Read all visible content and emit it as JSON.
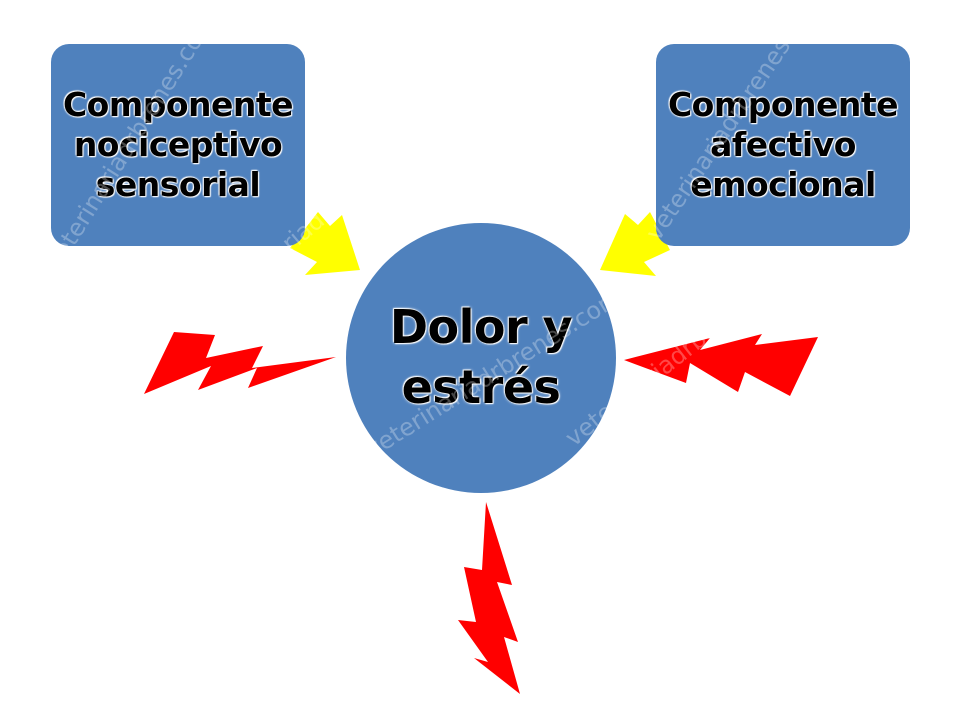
{
  "colors": {
    "box_fill": "#4f81bd",
    "circle_fill": "#4f81bd",
    "arrow_fill": "#ffff00",
    "lightning_fill": "#ff0000",
    "text": "#000000"
  },
  "diagram": {
    "left_box": {
      "text": "Componente\nnociceptivo\nsensorial"
    },
    "right_box": {
      "text": "Componente\nafectivo\nemocional"
    },
    "center": {
      "text": "Dolor y\nestrés"
    }
  },
  "watermark": {
    "text": "veterinariadrbrenes.com"
  }
}
